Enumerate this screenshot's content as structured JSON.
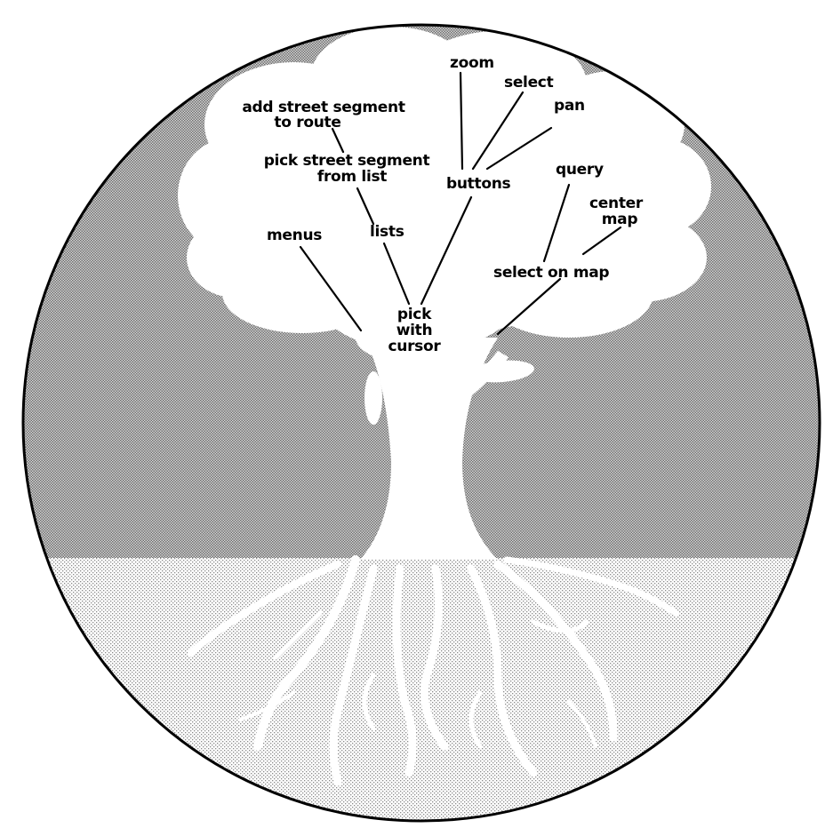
{
  "colors": {
    "background": "#ffffff",
    "stipple_dark": "#8c8c8c",
    "stipple_light": "#c8c8c8",
    "ink": "#000000"
  },
  "nodes": {
    "root": [
      "pick",
      "with",
      "cursor"
    ],
    "menus": "menus",
    "lists": "lists",
    "pick_street": [
      "pick street segment",
      "from list"
    ],
    "add_street": [
      "add street segment",
      "to route"
    ],
    "buttons": "buttons",
    "zoom": "zoom",
    "select": "select",
    "pan": "pan",
    "select_on_map": "select on map",
    "query": "query",
    "center_map": [
      "center",
      "map"
    ]
  },
  "edges": [
    {
      "from": "pick with cursor",
      "to": "menus"
    },
    {
      "from": "pick with cursor",
      "to": "lists"
    },
    {
      "from": "lists",
      "to": "pick street segment from list"
    },
    {
      "from": "pick street segment from list",
      "to": "add street segment to route"
    },
    {
      "from": "pick with cursor",
      "to": "buttons"
    },
    {
      "from": "buttons",
      "to": "zoom"
    },
    {
      "from": "buttons",
      "to": "select"
    },
    {
      "from": "buttons",
      "to": "pan"
    },
    {
      "from": "pick with cursor",
      "to": "select on map"
    },
    {
      "from": "select on map",
      "to": "query"
    },
    {
      "from": "select on map",
      "to": "center map"
    }
  ]
}
